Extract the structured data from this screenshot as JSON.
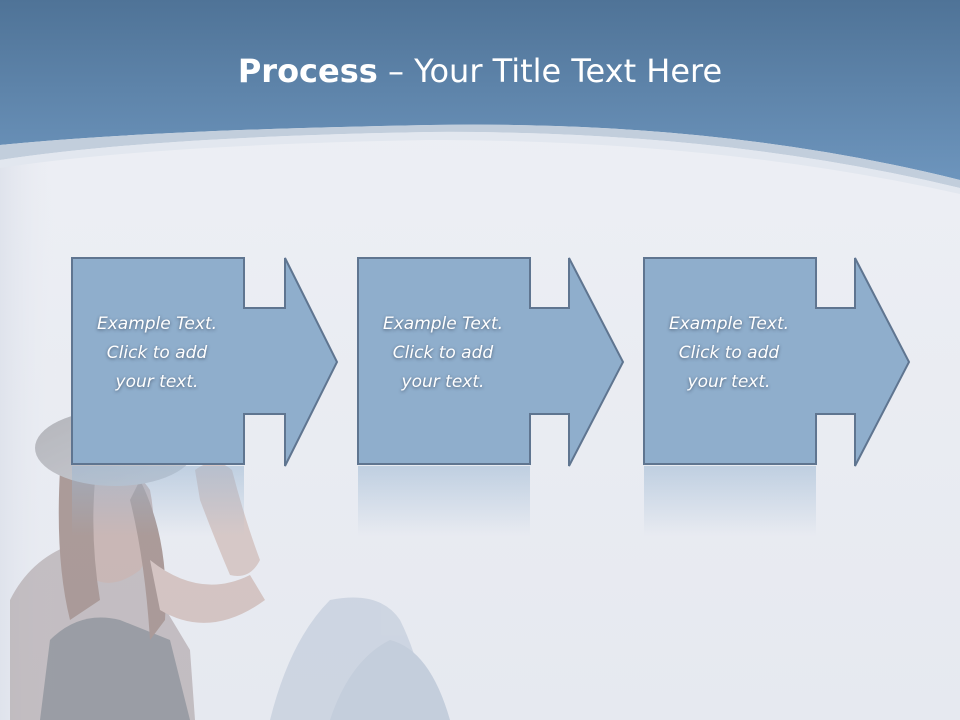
{
  "slide": {
    "title_bold": "Process",
    "title_rest": " – Your Title Text Here"
  },
  "steps": [
    {
      "text": "Example Text.\nClick  to add\nyour text."
    },
    {
      "text": "Example Text.\nClick  to add\nyour text."
    },
    {
      "text": "Example Text.\nClick  to add\nyour text."
    }
  ],
  "colors": {
    "header": "#5a82ab",
    "box_fill": "#8faecc",
    "box_border": "#5f7590",
    "background": "#e9ecf2"
  },
  "icons": {
    "background_photo": "woman-in-hat-sitting-photo"
  }
}
